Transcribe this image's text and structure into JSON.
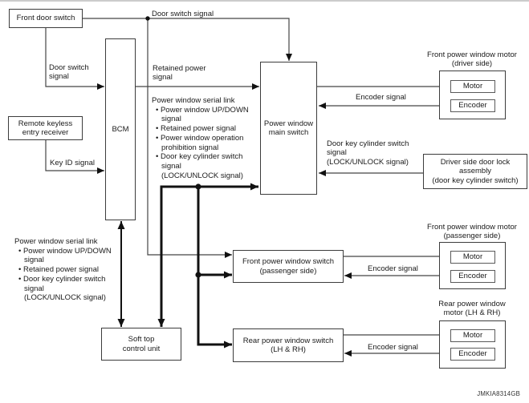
{
  "page": {
    "id_code": "JMKIA8314GB"
  },
  "colors": {
    "background": "#ffffff",
    "thin_line": "#454545",
    "thick_line": "#111111",
    "box_border": "#3c3c3c",
    "text": "#1a1a1a"
  },
  "boxes": {
    "front_door_switch": {
      "label": "Front door switch"
    },
    "remote_keyless": {
      "lines": [
        "Remote keyless",
        "entry receiver"
      ]
    },
    "bcm": {
      "label": "BCM"
    },
    "main_switch": {
      "lines": [
        "Power window",
        "main switch"
      ]
    },
    "driver_door_lock": {
      "lines": [
        "Driver side door lock",
        "assembly",
        "(door key cylinder switch)"
      ]
    },
    "front_switch_passenger": {
      "lines": [
        "Front power window switch",
        "(passenger side)"
      ]
    },
    "rear_switch": {
      "lines": [
        "Rear power window switch",
        "(LH & RH)"
      ]
    },
    "soft_top": {
      "lines": [
        "Soft top",
        "control unit"
      ]
    },
    "motor_driver": {
      "title_lines": [
        "Front power window motor",
        "(driver side)"
      ],
      "motor_label": "Motor",
      "encoder_label": "Encoder"
    },
    "motor_passenger": {
      "title_lines": [
        "Front power window motor",
        "(passenger side)"
      ],
      "motor_label": "Motor",
      "encoder_label": "Encoder"
    },
    "motor_rear": {
      "title_lines": [
        "Rear power window",
        "motor (LH & RH)"
      ],
      "motor_label": "Motor",
      "encoder_label": "Encoder"
    }
  },
  "labels": {
    "door_switch_top": "Door switch signal",
    "door_switch_left": [
      "Door switch",
      "signal"
    ],
    "key_id": "Key ID signal",
    "retained_power": [
      "Retained power",
      "signal"
    ],
    "encoder_driver": "Encoder signal",
    "encoder_passenger": "Encoder signal",
    "encoder_rear": "Encoder signal",
    "door_key_cylinder": [
      "Door key cylinder switch",
      "signal",
      "(LOCK/UNLOCK signal)"
    ]
  },
  "center_list": {
    "lines": [
      "Power window serial link",
      "• Power window UP/DOWN",
      "signal",
      "• Retained power signal",
      "• Power window operation",
      "prohibition signal",
      "• Door key cylinder switch",
      "signal",
      "(LOCK/UNLOCK signal)"
    ]
  },
  "bottom_list": {
    "lines": [
      "Power window serial link",
      "• Power window UP/DOWN",
      "signal",
      "• Retained power signal",
      "• Door key cylinder switch",
      "signal",
      "(LOCK/UNLOCK signal)"
    ]
  }
}
